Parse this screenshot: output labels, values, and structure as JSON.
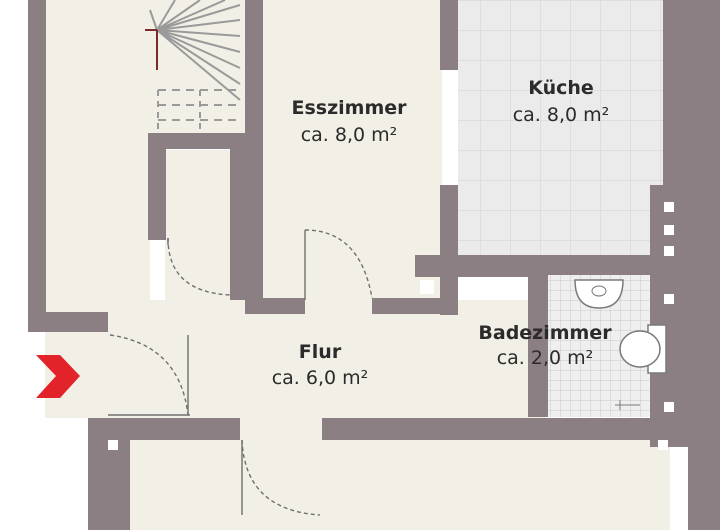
{
  "rooms": {
    "esszimmer": {
      "name": "Esszimmer",
      "area": "ca. 8,0 m²"
    },
    "kueche": {
      "name": "Küche",
      "area": "ca. 8,0 m²"
    },
    "flur": {
      "name": "Flur",
      "area": "ca. 6,0 m²"
    },
    "badezimmer": {
      "name": "Badezimmer",
      "area": "ca. 2,0 m²"
    }
  },
  "colors": {
    "wall": "#8c7f84",
    "floor": "#f2f0e6",
    "tile_line": "#d3d3d3",
    "tile_fill": "#ececec",
    "entrance_arrow": "#e3232a",
    "door_line": "#6f6f6f"
  },
  "icons": [
    "stair-icon",
    "sink-icon",
    "toilet-icon",
    "entrance-arrow-icon"
  ]
}
